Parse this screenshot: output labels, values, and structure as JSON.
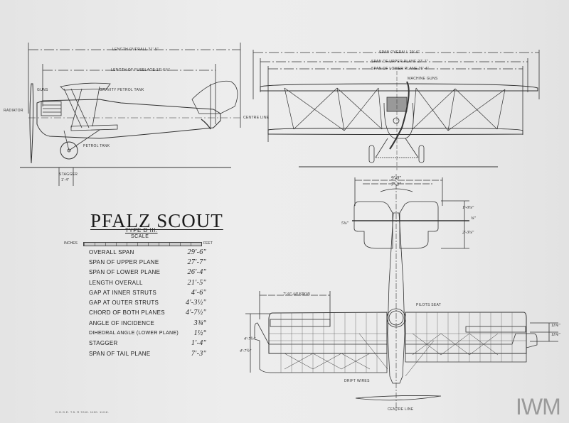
{
  "title": "PFALZ SCOUT",
  "subtitle": "TYPE D III.",
  "scale": {
    "label": "SCALE",
    "left_unit": "INCHES",
    "right_unit": "FEET"
  },
  "specifications": [
    {
      "name": "OVERALL SPAN",
      "value": "29'-6\""
    },
    {
      "name": "SPAN OF UPPER PLANE",
      "value": "27'-7\""
    },
    {
      "name": "SPAN OF LOWER PLANE",
      "value": "26'-4\""
    },
    {
      "name": "LENGTH OVERALL",
      "value": "21'-5\""
    },
    {
      "name": "GAP AT INNER STRUTS",
      "value": "4'-6\""
    },
    {
      "name": "GAP AT OUTER STRUTS",
      "value": "4'-3½\""
    },
    {
      "name": "CHORD OF BOTH PLANES",
      "value": "4'-7½\""
    },
    {
      "name": "ANGLE OF INCIDENCE",
      "value": "3¾°"
    },
    {
      "name": "DIHEDRAL ANGLE (LOWER PLANE)",
      "value": "1½°"
    },
    {
      "name": "STAGGER",
      "value": "1'-4\""
    },
    {
      "name": "SPAN OF TAIL PLANE",
      "value": "7'-3\""
    }
  ],
  "side_view": {
    "length_overall": "LENGTH OVERALL 21'-5\"",
    "length_fuselage": "LENGTH OF FUSELAGE 17'-6⅞\"",
    "labels": {
      "guns": "GUNS",
      "gravity_tank": "GRAVITY PETROL TANK",
      "radiator": "RADIATOR",
      "centre_line": "CENTRE LINE",
      "petrol_tank": "PETROL TANK",
      "stagger": "STAGGER",
      "stagger_value": "1'-4\""
    }
  },
  "front_view": {
    "span_overall": "SPAN OVERALL 29'-6\"",
    "span_upper": "SPAN OF UPPER PLANE 27'-7\"",
    "span_lower": "SPAN OF LOWER PLANE 26'-4\"",
    "machine_guns": "MACHINE GUNS"
  },
  "plan_view": {
    "tail_span_outer": "9'-0\"",
    "tail_span_inner": "7'-3\"",
    "tail_dim_upper": "1'-0⅞\"",
    "tail_dim_small": "⅜\"",
    "tail_dim_lower": "2'-3⅞\"",
    "tail_dim_left": "5⅜\"",
    "aileron": "7'-9\" AILERON",
    "pilots_seat": "PILOTS SEAT",
    "drift_wires": "DRIFT WIRES",
    "centre_line": "CENTRE LINE",
    "chord_left_upper": "4'-7½\"",
    "chord_left_lower": "4'-7½\"",
    "right_dim_upper": "11⅝\"",
    "right_dim_lower": "11⅝\""
  },
  "footnote": "D.O.G.E. T.5. R.7240. 1100. 11/18.",
  "watermark": "IWM"
}
